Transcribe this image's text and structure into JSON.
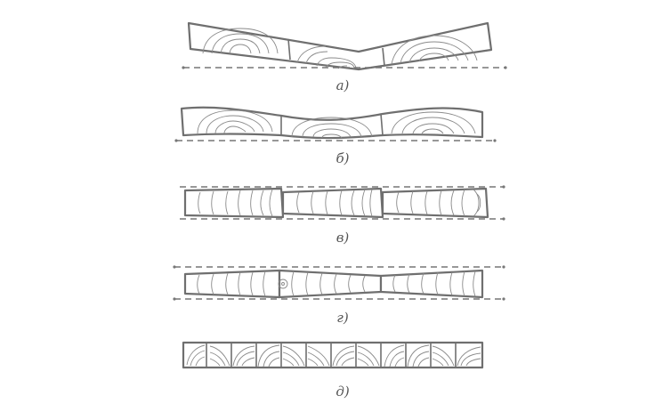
{
  "captions": {
    "a": "а)",
    "b": "б)",
    "v": "в)",
    "g": "г)",
    "d": "д)"
  }
}
